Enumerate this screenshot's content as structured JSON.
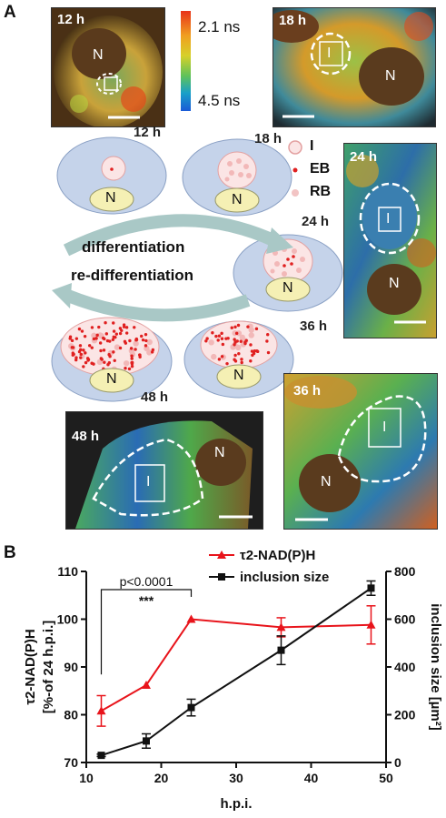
{
  "panel_a": {
    "label": "A",
    "colorbar": {
      "top_label": "2.1 ns",
      "bottom_label": "4.5 ns"
    },
    "micrographs": [
      {
        "time": "12 h",
        "nucleus": "N",
        "inclusion": ""
      },
      {
        "time": "18 h",
        "nucleus": "N",
        "inclusion": "I"
      },
      {
        "time": "24 h",
        "nucleus": "N",
        "inclusion": "I"
      },
      {
        "time": "48 h",
        "nucleus": "N",
        "inclusion": "I"
      },
      {
        "time": "36 h",
        "nucleus": "N",
        "inclusion": "I"
      }
    ],
    "schematic": {
      "cells": [
        {
          "time": "12 h",
          "nucleus": "N"
        },
        {
          "time": "18 h",
          "nucleus": "N"
        },
        {
          "time": "24 h",
          "nucleus": "N"
        },
        {
          "time": "36 h",
          "nucleus": "N"
        },
        {
          "time": "48 h",
          "nucleus": "N"
        }
      ],
      "legend": [
        {
          "symbol": "I",
          "color": "#f4c6c6"
        },
        {
          "symbol": "EB",
          "color": "#e02020"
        },
        {
          "symbol": "RB",
          "color": "#f2c4c4"
        }
      ],
      "arrow_top": "differentiation",
      "arrow_bottom": "re-differentiation"
    }
  },
  "panel_b": {
    "label": "B",
    "chart_data": {
      "type": "line",
      "xlabel": "h.p.i.",
      "ylabel_left": "τ2-NAD(P)H",
      "ylabel_left_unit": "[%-of 24 h.p.i.]",
      "ylabel_right": "inclusion size [µm²]",
      "xlim": [
        10,
        50
      ],
      "xticks": [
        10,
        20,
        30,
        40,
        50
      ],
      "ylim_left": [
        70,
        110
      ],
      "yticks_left": [
        70,
        80,
        90,
        100,
        110
      ],
      "ylim_right": [
        0,
        800
      ],
      "yticks_right": [
        0,
        200,
        400,
        600,
        800
      ],
      "annotation_p": "p<0.0001",
      "annotation_stars": "***",
      "series": [
        {
          "name": "τ2-NAD(P)H",
          "axis": "left",
          "color": "#e8141b",
          "marker": "triangle",
          "x": [
            12,
            18,
            24,
            36,
            48
          ],
          "y": [
            80.8,
            86.2,
            100.0,
            98.3,
            98.8
          ],
          "err": [
            3.2,
            0,
            0,
            2.0,
            4.0
          ]
        },
        {
          "name": "inclusion size",
          "axis": "right",
          "color": "#111111",
          "marker": "square",
          "x": [
            12,
            18,
            24,
            36,
            48
          ],
          "y": [
            30,
            90,
            230,
            470,
            730
          ],
          "err": [
            5,
            30,
            35,
            60,
            30
          ]
        }
      ]
    }
  }
}
